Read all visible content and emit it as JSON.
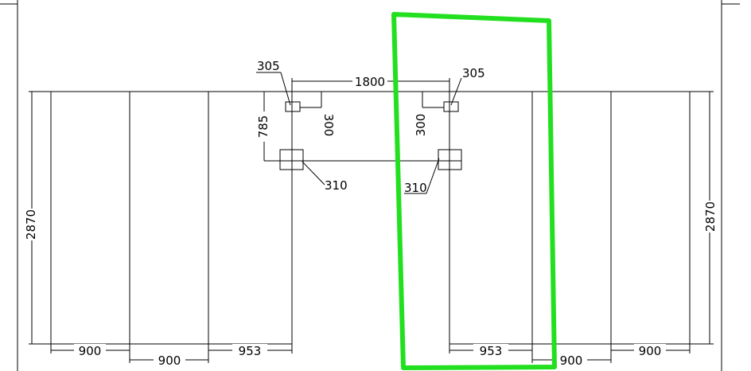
{
  "dimensions": {
    "total_height_left": "2870",
    "total_height_right": "2870",
    "opening_width": "1800",
    "upper_offset": "785",
    "bracket_upper_left": "300",
    "bracket_upper_right": "300",
    "label_upper_left": "305",
    "label_upper_right": "305",
    "label_lower_left": "310",
    "label_lower_right": "310",
    "bottom_left": [
      "900",
      "900",
      "953"
    ],
    "bottom_right": [
      "953",
      "900",
      "900"
    ]
  },
  "colors": {
    "line": "#000000",
    "highlight": "#22e01f",
    "background": "#ffffff"
  }
}
